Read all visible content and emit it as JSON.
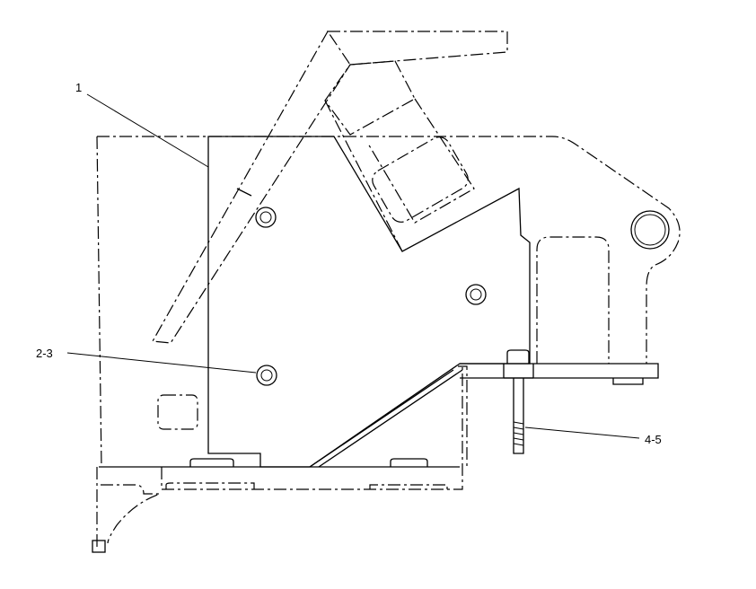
{
  "callouts": [
    {
      "id": "c1",
      "text": "1"
    },
    {
      "id": "c2",
      "text": "2-3"
    },
    {
      "id": "c3",
      "text": "4-5"
    }
  ],
  "colors": {
    "line": "#000000",
    "background": "#ffffff"
  }
}
